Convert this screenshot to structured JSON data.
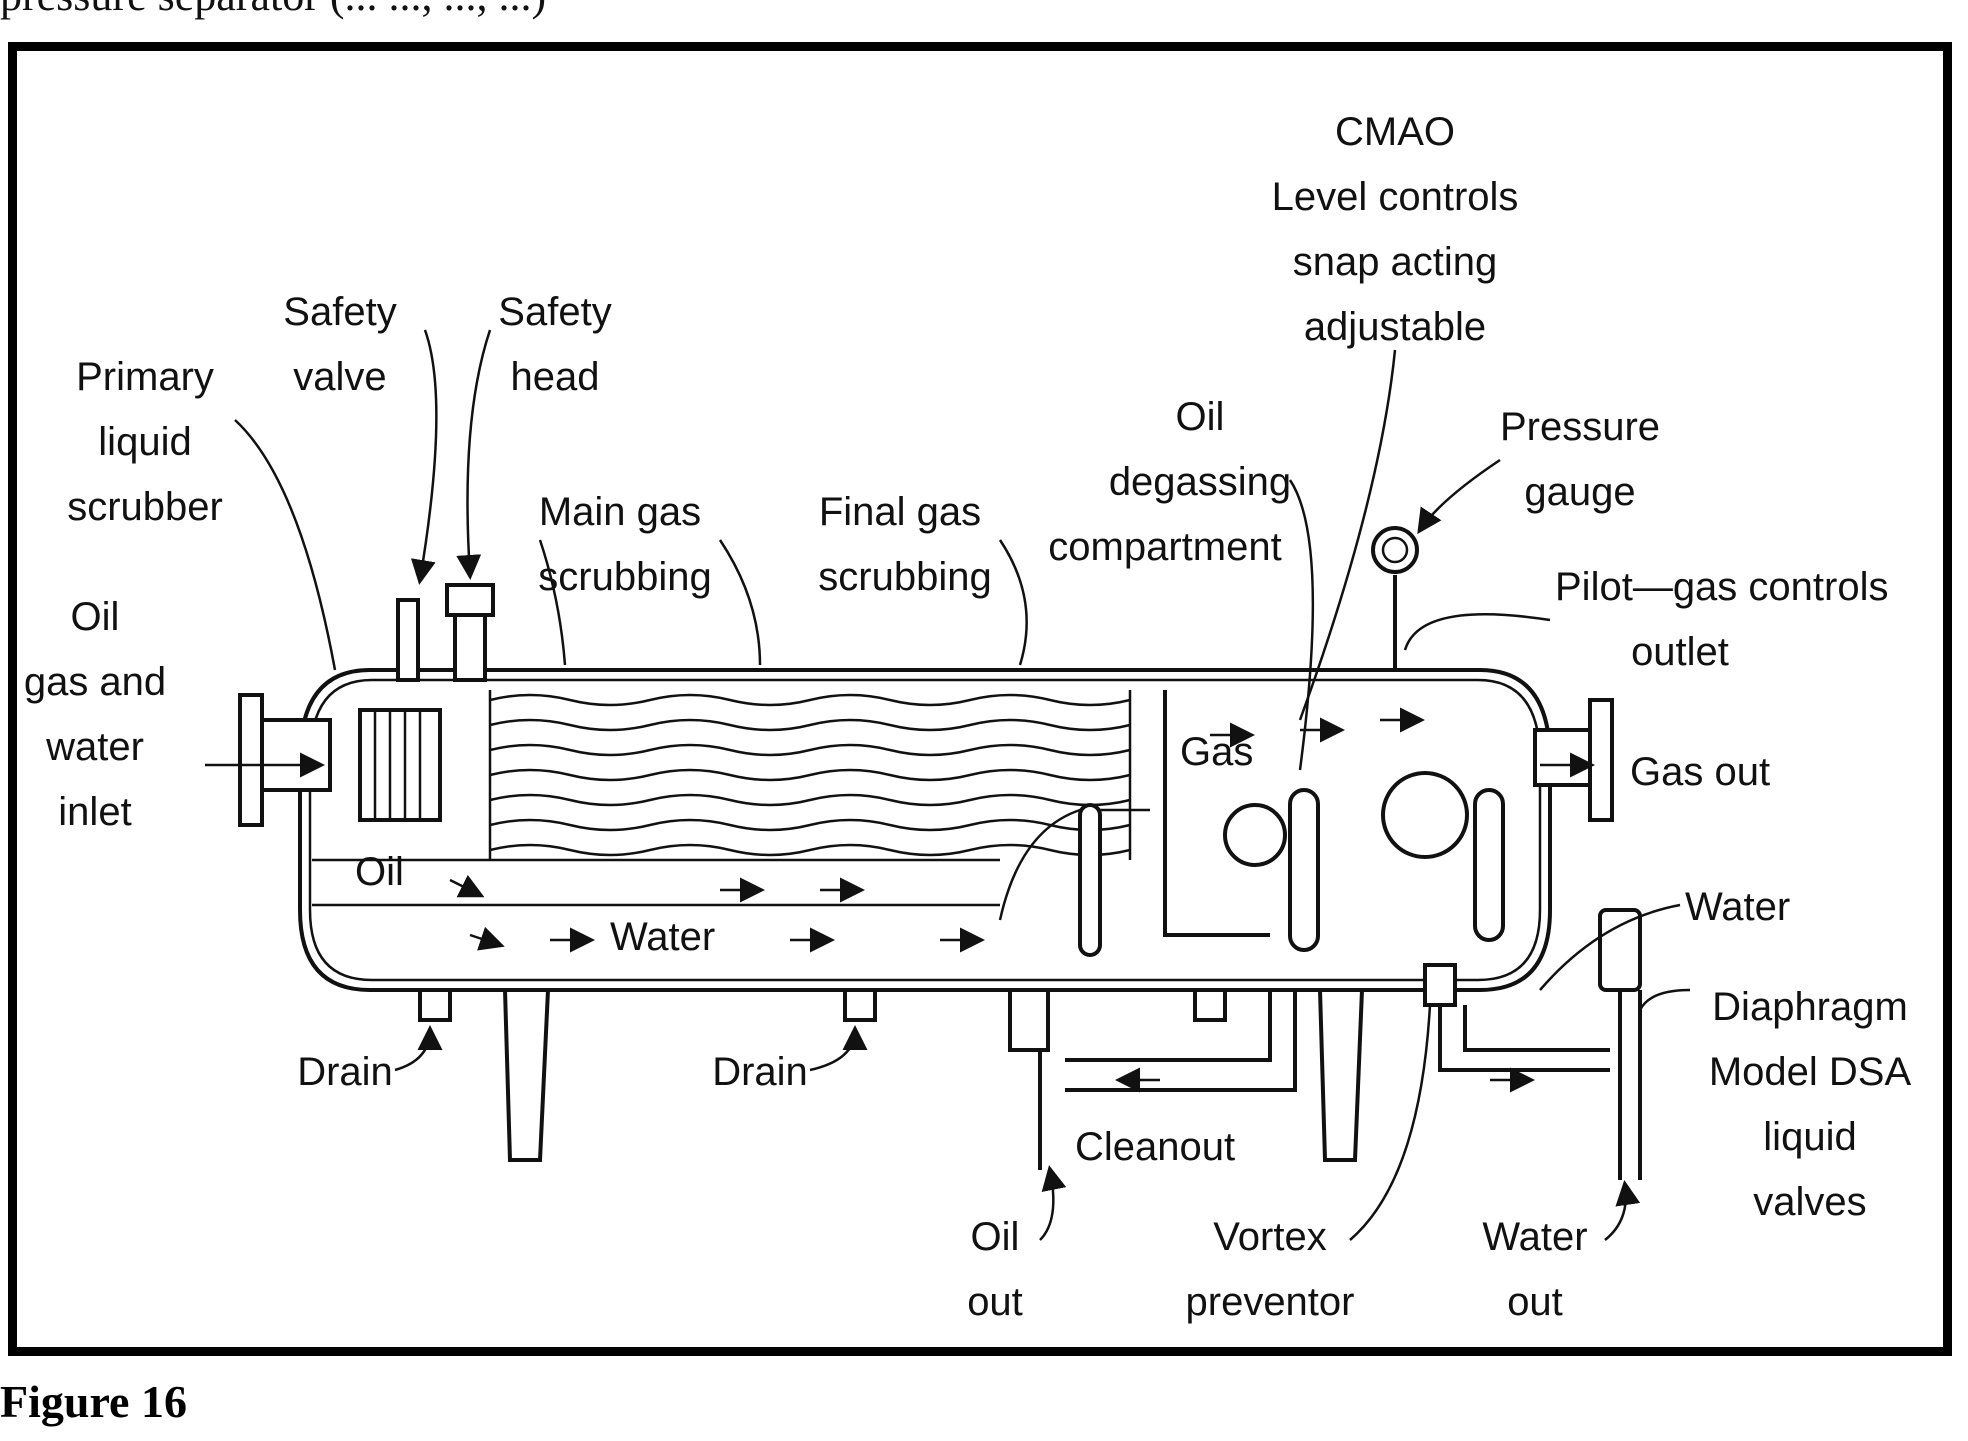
{
  "header_fragment": "pressure separator (...  ...,  ...,  ...)",
  "caption": "Figure 16",
  "labels": {
    "cmao": "CMAO",
    "level_controls": "Level controls",
    "snap_acting": "snap acting",
    "adjustable": "adjustable",
    "safety_valve_1": "Safety",
    "safety_valve_2": "valve",
    "safety_head_1": "Safety",
    "safety_head_2": "head",
    "primary_1": "Primary",
    "primary_2": "liquid",
    "primary_3": "scrubber",
    "oil_degassing_1": "Oil",
    "oil_degassing_2": "degassing",
    "oil_degassing_3": "compartment",
    "pressure_gauge_1": "Pressure",
    "pressure_gauge_2": "gauge",
    "main_gas_1": "Main gas",
    "main_gas_2": "scrubbing",
    "final_gas_1": "Final gas",
    "final_gas_2": "scrubbing",
    "pilot_gas_1": "Pilot—gas controls",
    "pilot_gas_2": "outlet",
    "inlet_1": "Oil",
    "inlet_2": "gas and",
    "inlet_3": "water",
    "inlet_4": "inlet",
    "gas": "Gas",
    "gas_out": "Gas out",
    "oil": "Oil",
    "water_inside": "Water",
    "water_right": "Water",
    "diaphragm_1": "Diaphragm",
    "diaphragm_2": "Model DSA",
    "diaphragm_3": "liquid",
    "diaphragm_4": "valves",
    "drain_left": "Drain",
    "drain_mid": "Drain",
    "cleanout": "Cleanout",
    "oil_out_1": "Oil",
    "oil_out_2": "out",
    "vortex_1": "Vortex",
    "vortex_2": "preventor",
    "water_out_1": "Water",
    "water_out_2": "out"
  }
}
